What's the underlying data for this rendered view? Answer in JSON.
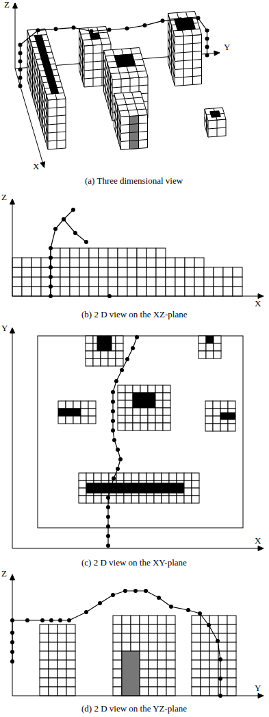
{
  "diagram": {
    "labels": [
      "Z",
      "Y",
      "X",
      "(a) Three dimensional view",
      "Z",
      "X",
      "(b) 2 D view on the XZ-plane",
      "Y",
      "X",
      "(c) 2 D view on the XY-plane",
      "Z",
      "Y",
      "(d) 2 D view on the YZ-plane"
    ]
  }
}
